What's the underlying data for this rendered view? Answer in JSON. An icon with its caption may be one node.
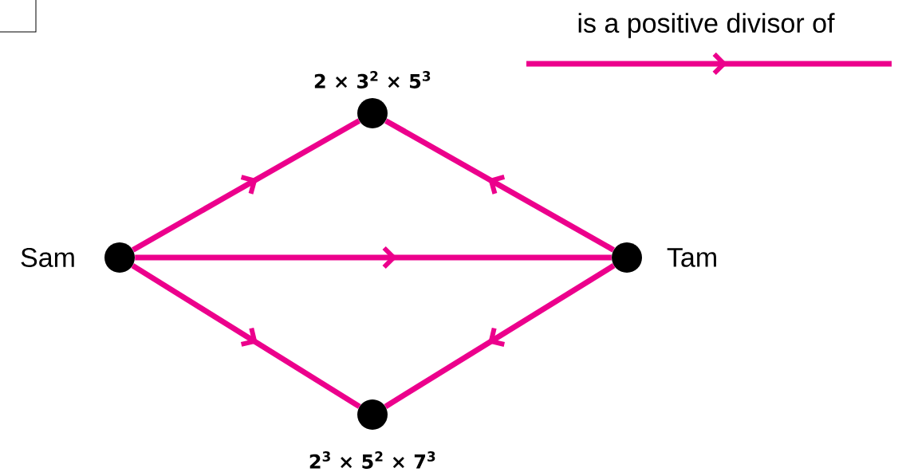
{
  "diagram": {
    "nodes": [
      {
        "text": [],
        "shape": "circle",
        "beside": [
          "Sam"
        ]
      },
      {
        "text": [],
        "shape": "circle",
        "beside": [
          "2 × 3$^{2}$ × 5$^{3}$"
        ]
      },
      {
        "text": [],
        "shape": "circle",
        "beside": [
          "Tam"
        ]
      },
      {
        "text": [],
        "shape": "circle",
        "beside": [
          "2$^{3}$ × 5$^{2}$ × 7$^{3}$"
        ]
      }
    ],
    "edges": [
      {
        "from": 0,
        "to": 1,
        "arrow": "to"
      },
      {
        "from": 2,
        "to": 1,
        "arrow": "to"
      },
      {
        "from": 0,
        "to": 2,
        "arrow": "to"
      },
      {
        "from": 0,
        "to": 3,
        "arrow": "to"
      },
      {
        "from": 2,
        "to": 3,
        "arrow": "to"
      }
    ],
    "legend": [
      {
        "text": "is a positive divisor of"
      }
    ]
  }
}
